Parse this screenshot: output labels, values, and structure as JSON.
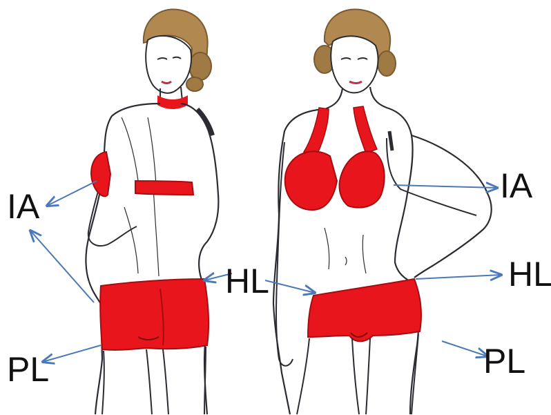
{
  "colors": {
    "garment": "#e8161c",
    "garment_dark": "#a50c10",
    "outline": "#2b2b33",
    "hair": "#b08850",
    "hair_dark": "#7a5a30",
    "arrow": "#4a78b8",
    "label": "#111111"
  },
  "labels": {
    "back_ia": "IA",
    "back_pl": "PL",
    "center_hl": "HL",
    "front_ia": "IA",
    "front_hl": "HL",
    "front_pl": "PL"
  }
}
